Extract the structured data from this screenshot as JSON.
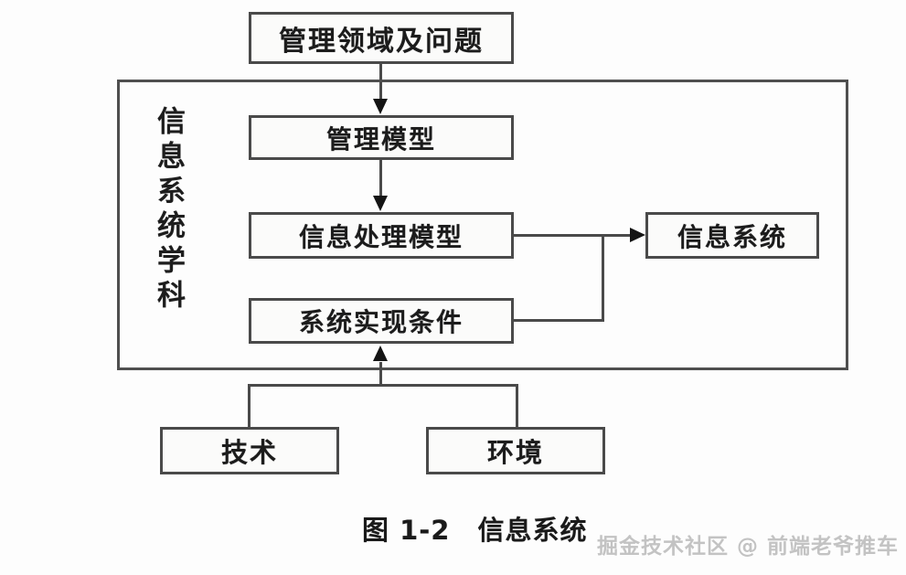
{
  "figure": {
    "caption": "图 1-2　信息系统",
    "watermark": "掘金技术社区 @ 前端老爷推车"
  },
  "colors": {
    "stroke": "#4a4a4a",
    "arrow": "#141414",
    "box_fill": "#fbfbfa",
    "page_bg": "#fdfdfd",
    "text": "#1c1c1c",
    "watermark": "#b9b9b9"
  },
  "diagram": {
    "container_label": "信息系统学科",
    "nodes": {
      "top": {
        "label": "管理领域及问题"
      },
      "management_model": {
        "label": "管理模型"
      },
      "info_process_model": {
        "label": "信息处理模型"
      },
      "system_conditions": {
        "label": "系统实现条件"
      },
      "information_system": {
        "label": "信息系统"
      },
      "technology": {
        "label": "技术"
      },
      "environment": {
        "label": "环境"
      }
    },
    "edges": [
      {
        "from": "管理领域及问题",
        "to": "管理模型",
        "arrow": "down"
      },
      {
        "from": "管理模型",
        "to": "信息处理模型",
        "arrow": "down"
      },
      {
        "from": "信息处理模型",
        "to": "信息系统",
        "arrow": "right"
      },
      {
        "from": "系统实现条件",
        "to": "信息系统",
        "arrow": "right"
      },
      {
        "from": "技术",
        "to": "系统实现条件",
        "arrow": "up"
      },
      {
        "from": "环境",
        "to": "系统实现条件",
        "arrow": "up"
      }
    ]
  }
}
